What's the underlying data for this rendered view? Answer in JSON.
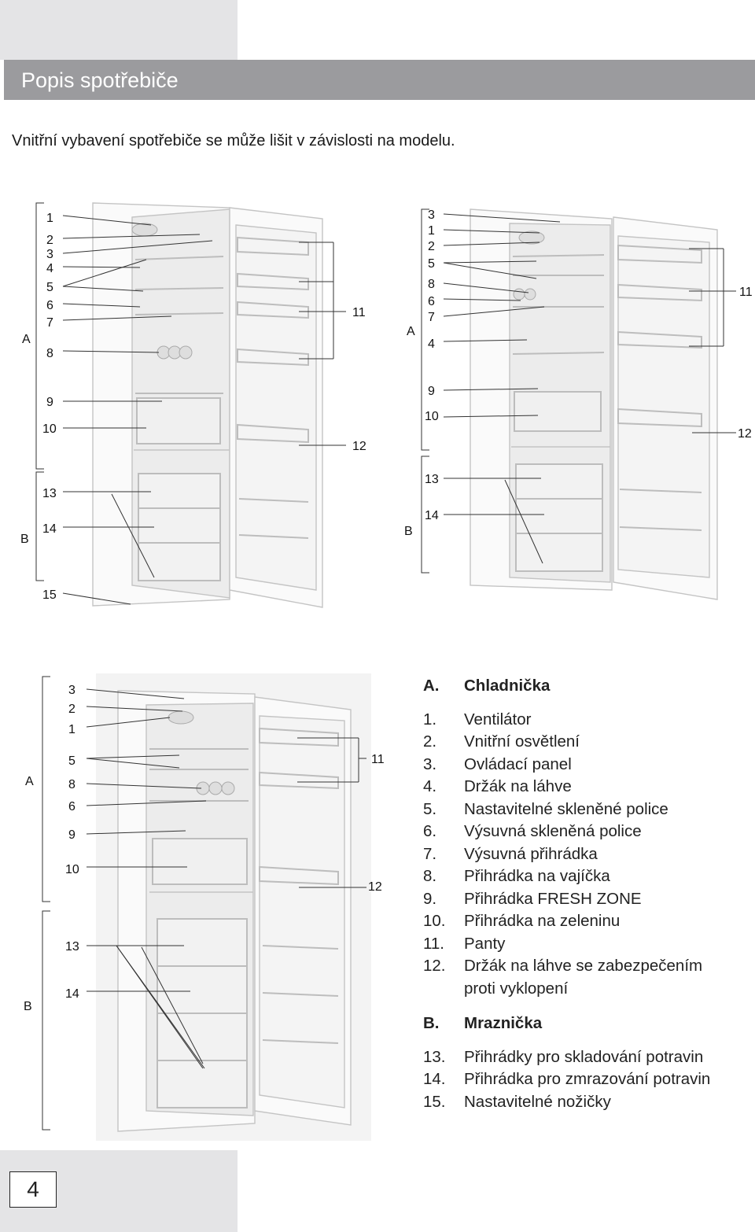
{
  "header": {
    "title": "Popis spotřebiče"
  },
  "intro": "Vnitřní vybavení spotřebiče se může lišit v závislosti na modelu.",
  "fig1": {
    "labels": [
      "1",
      "2",
      "3",
      "4",
      "5",
      "6",
      "7",
      "8",
      "9",
      "10",
      "13",
      "14",
      "15",
      "11",
      "12",
      "A",
      "B"
    ]
  },
  "fig2": {
    "labels": [
      "3",
      "1",
      "2",
      "5",
      "8",
      "6",
      "7",
      "4",
      "9",
      "10",
      "13",
      "14",
      "11",
      "12",
      "A",
      "B"
    ]
  },
  "fig3": {
    "labels": [
      "3",
      "2",
      "1",
      "5",
      "8",
      "6",
      "9",
      "10",
      "13",
      "14",
      "11",
      "12",
      "A",
      "B"
    ]
  },
  "legend": {
    "groupA": {
      "letter": "A.",
      "title": "Chladnička"
    },
    "itemsA": [
      {
        "n": "1.",
        "t": "Ventilátor"
      },
      {
        "n": "2.",
        "t": "Vnitřní osvětlení"
      },
      {
        "n": "3.",
        "t": "Ovládací panel"
      },
      {
        "n": "4.",
        "t": "Držák na láhve"
      },
      {
        "n": "5.",
        "t": "Nastavitelné skleněné police"
      },
      {
        "n": "6.",
        "t": "Výsuvná skleněná police"
      },
      {
        "n": "7.",
        "t": "Výsuvná přihrádka"
      },
      {
        "n": "8.",
        "t": "Přihrádka na vajíčka"
      },
      {
        "n": "9.",
        "t": "Přihrádka FRESH ZONE"
      },
      {
        "n": "10.",
        "t": "Přihrádka na zeleninu"
      },
      {
        "n": "11.",
        "t": "Panty"
      },
      {
        "n": "12.",
        "t": "Držák na láhve se zabezpečením"
      }
    ],
    "item12_cont": "proti vyklopení",
    "groupB": {
      "letter": "B.",
      "title": "Mraznička"
    },
    "itemsB": [
      {
        "n": "13.",
        "t": "Přihrádky pro skladování potravin"
      },
      {
        "n": "14.",
        "t": "Přihrádka pro zmrazování potravin"
      },
      {
        "n": "15.",
        "t": "Nastavitelné nožičky"
      }
    ]
  },
  "footer": {
    "page": "4"
  }
}
